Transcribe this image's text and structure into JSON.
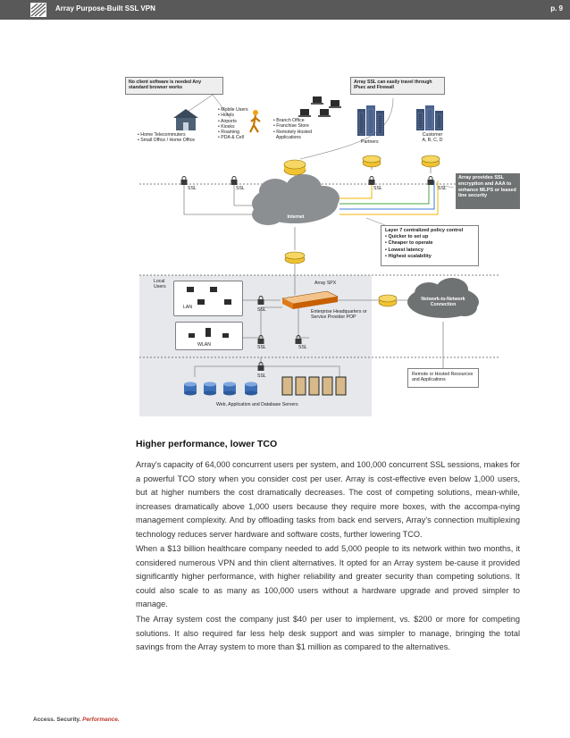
{
  "header": {
    "title": "Array Purpose-Built SSL VPN",
    "page": "p. 9"
  },
  "diagram": {
    "callout_no_client": "No client software is needed Any standard browser works",
    "callout_travel": "Array SSL can easily travel through IPsec and Firewall",
    "callout_encryption": "Array provides SSL encryption and AAA to enhance MLPS or leased line security",
    "home_list": [
      "Home Telecommuters",
      "Small Office / Home Office"
    ],
    "mobile_list": [
      "Mobile Users",
      "Hotels",
      "Airports",
      "Kiosks",
      "Roaming",
      "PDA & Cell"
    ],
    "branch_list": [
      "Branch Office",
      "Franchise Store",
      "Remotely Hosted",
      "Applications"
    ],
    "partners": "Partners",
    "customer": "Customer A, B, C, D",
    "ssl": "SSL",
    "internet": "Internet",
    "policy_title": "Layer 7 centralized policy control",
    "policy_items": [
      "Quicker to set up",
      "Cheaper to operate",
      "Lowest latency",
      "Highest scalability"
    ],
    "local_users": "Local Users",
    "lan": "LAN",
    "wlan": "WLAN",
    "array_spx": "Array SPX",
    "enterprise_hq": "Enterprise Headquarters or Service Provider POP",
    "n2n": "Network-to-Network Connection",
    "remote": "Remote or Hosted Resources and Applications",
    "servers": "Web, Application and Database Servers"
  },
  "article": {
    "heading": "Higher performance, lower TCO",
    "p1": "Array's capacity of 64,000 concurrent users per system, and 100,000 concurrent SSL sessions, makes for a powerful TCO story when you consider cost per user. Array is cost-effective even below 1,000 users, but at higher numbers the cost dramatically decreases. The cost of competing solutions, mean-while, increases dramatically above 1,000 users because they require more boxes, with the accompa-nying management complexity. And by offloading tasks from back end servers, Array's connection multiplexing technology reduces server hardware and software costs, further lowering TCO.",
    "p2": "When a $13 billion healthcare company needed to add 5,000 people to its network within two months, it considered numerous VPN and thin client alternatives. It opted for an Array system be-cause it provided significantly higher performance, with higher reliability and greater security than competing solutions. It could also scale to as many as 100,000 users without a hardware upgrade and proved simpler to manage.",
    "p3": "The Array system cost the company just $40 per user to implement, vs. $200 or more for competing solutions. It also required far less help desk support and was simpler to manage, bringing the total savings from the Array system to more than $1 million as compared to the alternatives."
  },
  "footer": {
    "tagline_a": "Access. Security.",
    "tagline_b": "Performance."
  }
}
